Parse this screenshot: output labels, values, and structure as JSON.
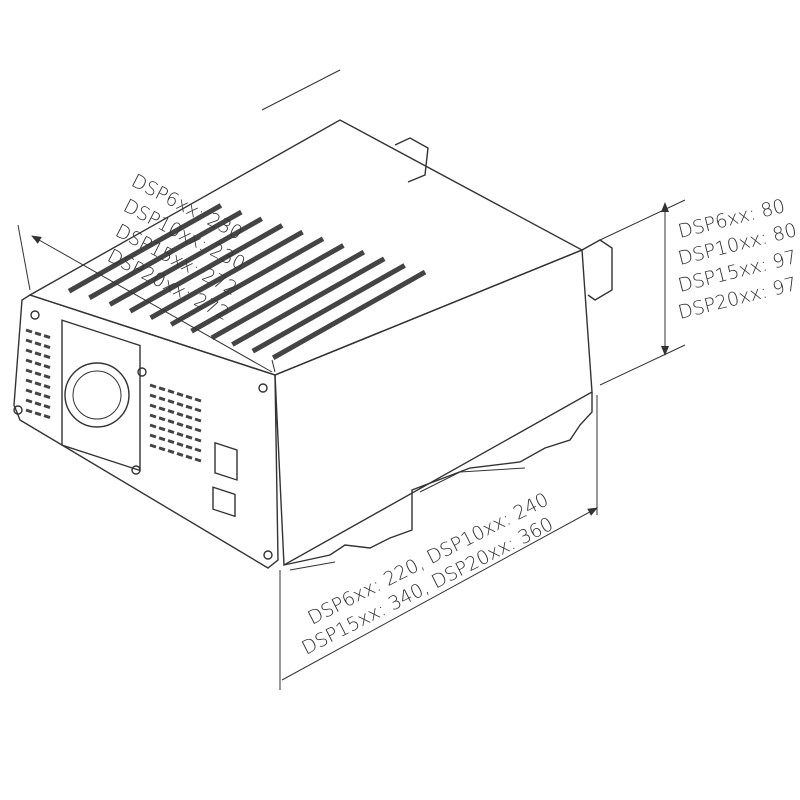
{
  "dimensions": {
    "length": [
      "DSP6xx: 230",
      "DSP10xx: 230",
      "DSP15xx: 272",
      "DSP20xx: 272"
    ],
    "height": [
      "DSP6xx: 80",
      "DSP10xx: 80",
      "DSP15xx: 97",
      "DSP20xx: 97"
    ],
    "width": [
      "DSP6xx: 220, DSP10xx: 240",
      "DSP15xx: 340, DSP20xx: 360"
    ]
  },
  "colors": {
    "line": "#333333",
    "background": "#ffffff"
  }
}
